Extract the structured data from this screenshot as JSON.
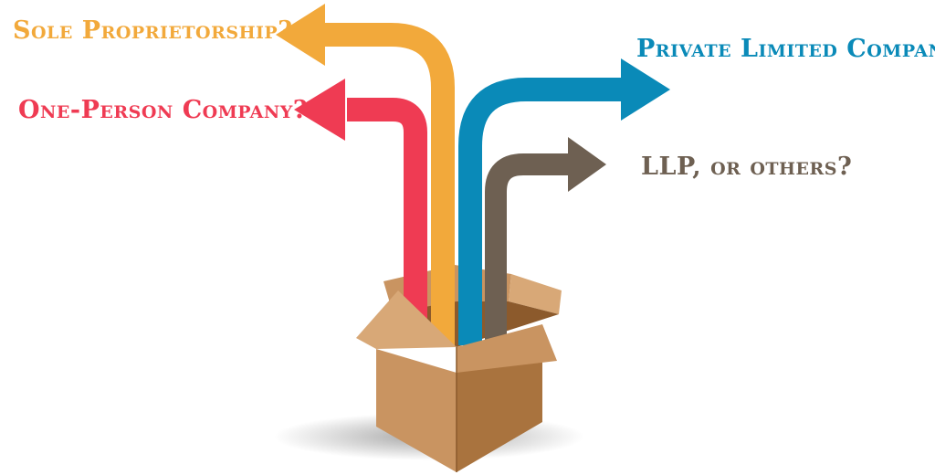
{
  "labels": {
    "sole": "Sole Proprietorship?",
    "opc": "One-Person Company?",
    "plc": "Private Limited Company?",
    "llp": "LLP, or others?"
  },
  "colors": {
    "sole": "#F2A93B",
    "opc": "#EF3B53",
    "plc": "#0A8AB8",
    "llp": "#6E6052",
    "box_light": "#D8A877",
    "box_mid": "#C99461",
    "box_dark": "#A9733E",
    "box_inner": "#8C5A2C"
  }
}
